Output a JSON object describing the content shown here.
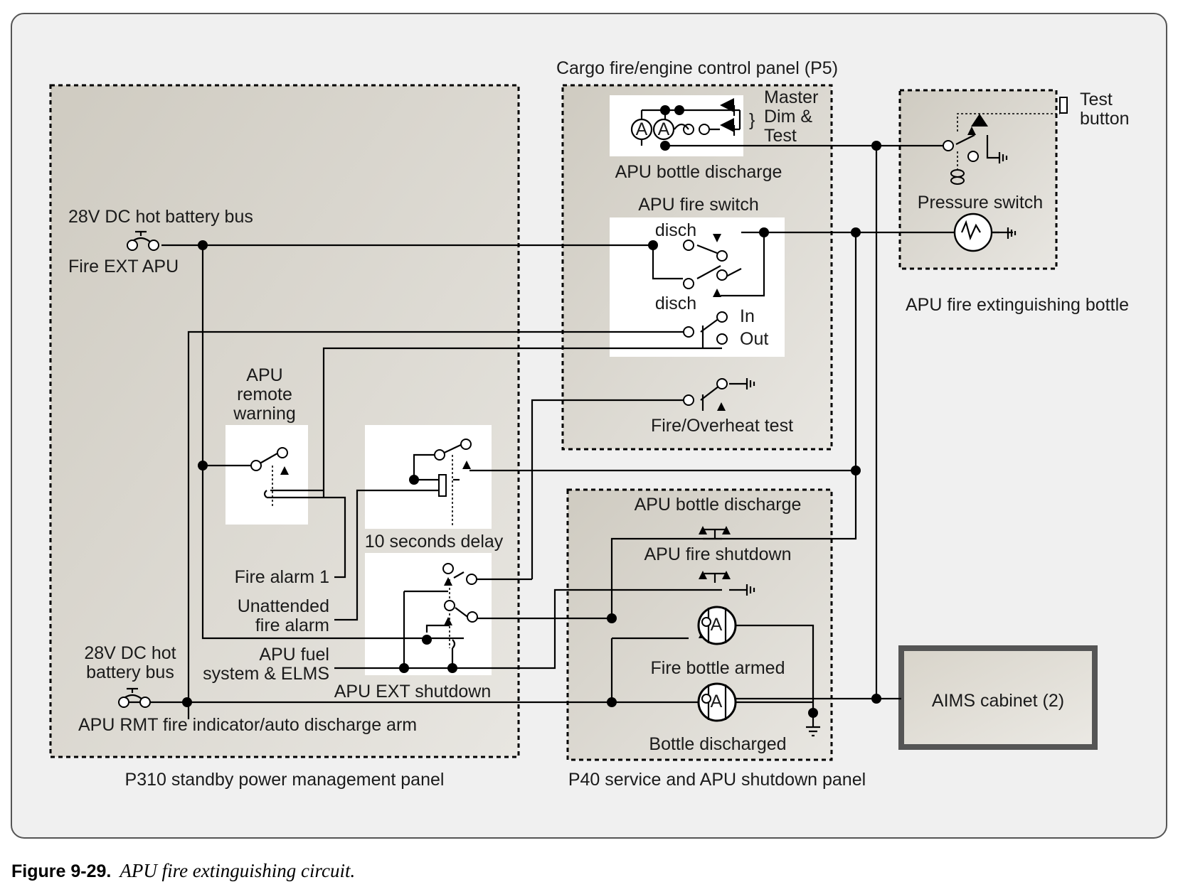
{
  "figure": {
    "number": "Figure 9-29.",
    "title": "APU fire extinguishing circuit."
  },
  "panels": {
    "p310": "P310 standby power management panel",
    "p5": "Cargo fire/engine control panel (P5)",
    "p40": "P40 service and APU shutdown panel",
    "bottle": "APU fire extinguishing bottle",
    "aims": "AIMS cabinet (2)"
  },
  "labels": {
    "bus_top": "28V DC hot battery bus",
    "fire_ext_apu": "Fire EXT APU",
    "bus_bottom_1": "28V DC hot",
    "bus_bottom_2": "battery bus",
    "rmt_indicator": "APU RMT fire indicator/auto discharge arm",
    "apu_remote_1": "APU",
    "apu_remote_2": "remote",
    "apu_remote_3": "warning",
    "ten_sec_delay": "10 seconds delay",
    "fire_alarm_1": "Fire alarm 1",
    "unattended_1": "Unattended",
    "unattended_2": "fire alarm",
    "apu_fuel_1": "APU fuel",
    "apu_fuel_2": "system & ELMS",
    "apu_ext_shutdown": "APU EXT shutdown",
    "master_1": "Master",
    "master_2": "Dim &",
    "master_3": "Test",
    "apu_bottle_discharge_p5": "APU bottle discharge",
    "apu_fire_switch": "APU fire switch",
    "disch_top": "disch",
    "disch_bottom": "disch",
    "in": "In",
    "out": "Out",
    "fire_overheat_test": "Fire/Overheat test",
    "apu_bottle_discharge_p40": "APU bottle discharge",
    "apu_fire_shutdown": "APU fire shutdown",
    "fire_bottle_armed": "Fire bottle armed",
    "bottle_discharged": "Bottle discharged",
    "test_button_1": "Test",
    "test_button_2": "button",
    "pressure_switch": "Pressure switch",
    "brace": "}",
    "lamp_a": "A",
    "squib_a": "A"
  },
  "colors": {
    "panel_fill_light": "#e4e1da",
    "panel_fill_dark": "#cfcbc1",
    "outer_bg": "#f0f0f0"
  }
}
